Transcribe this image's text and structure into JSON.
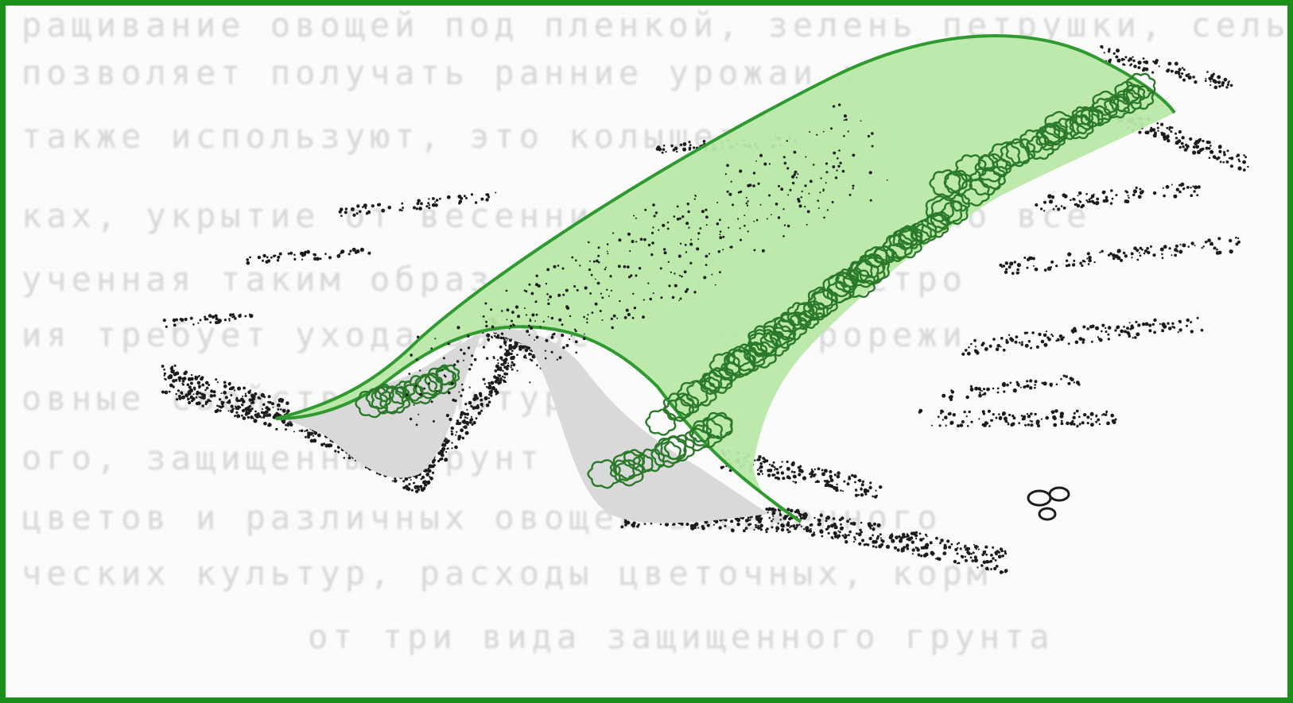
{
  "background_text": {
    "lines": [
      "ращивание овощей под пленкой, зелень петрушки, сельдерей",
      "позволяет получать ранние урожаи и т.д.",
      "также используют, это колышет соб",
      "ках, укрытие от весенних заморозков. Но все",
      "ученная таким образом продукция быстро",
      "ия требует ухода за растением, прорежи",
      "овные свойства культуры",
      "ого, защищенный грунт",
      "цветов и различных овощей высаженного",
      "ческих культур, расходы цветочных, корм",
      "от три вида защищенного грунта"
    ]
  },
  "colors": {
    "frame_border": "#1a8f1a",
    "film_fill": "#b9e8a8",
    "film_outline": "#2f9a2f",
    "shrub_stroke": "#2a7a2a",
    "furrow_fill": "#d9d9d9",
    "stipple": "#1c1c1c"
  },
  "illustration": {
    "icon": "film-greenhouse-tunnel-icon"
  }
}
